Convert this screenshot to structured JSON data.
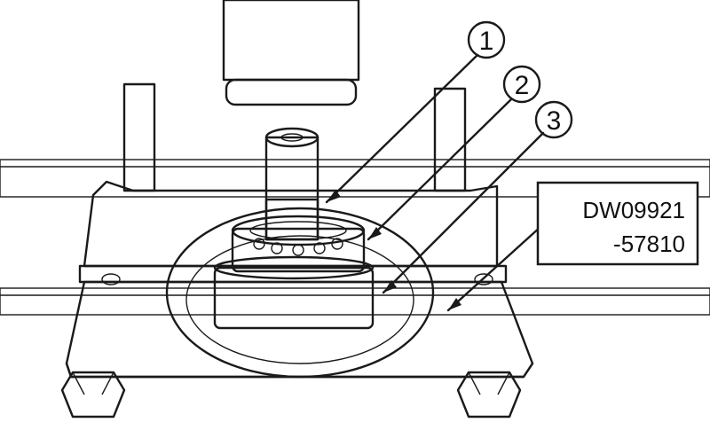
{
  "callouts": [
    {
      "number": "1"
    },
    {
      "number": "2"
    },
    {
      "number": "3"
    }
  ],
  "tool_label": {
    "line1": "DW09921",
    "line2": "-57810"
  },
  "colors": {
    "ink": "#1a1a1a",
    "shade": "#c8c8c8",
    "light_shade": "#e4e4e4",
    "paper": "#ffffff"
  }
}
